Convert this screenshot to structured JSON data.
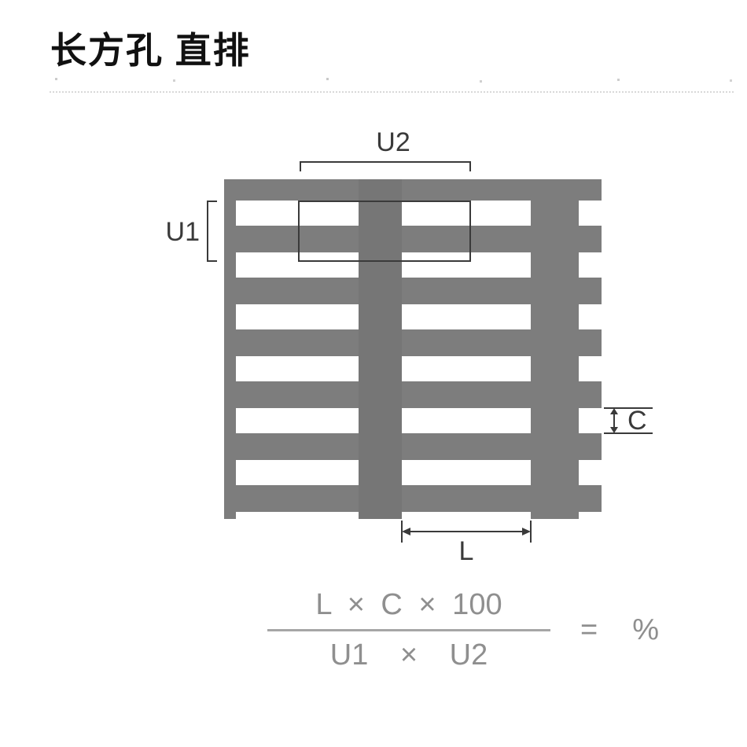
{
  "title": "长方孔 直排",
  "diagram": {
    "labels": {
      "u2": "U2",
      "u1": "U1",
      "c": "C",
      "l": "L"
    }
  },
  "formula": {
    "numerator": "L × C × 100",
    "denominator": "U1 × U2",
    "equals": "=",
    "percent": "%"
  },
  "colors": {
    "plate": "#7d7d7d",
    "hole": "#ffffff",
    "dimension": "#3a3a3a",
    "formula": "#8f8f8f",
    "fraction_line": "#a6a6a6",
    "title": "#111111",
    "background": "#ffffff"
  }
}
